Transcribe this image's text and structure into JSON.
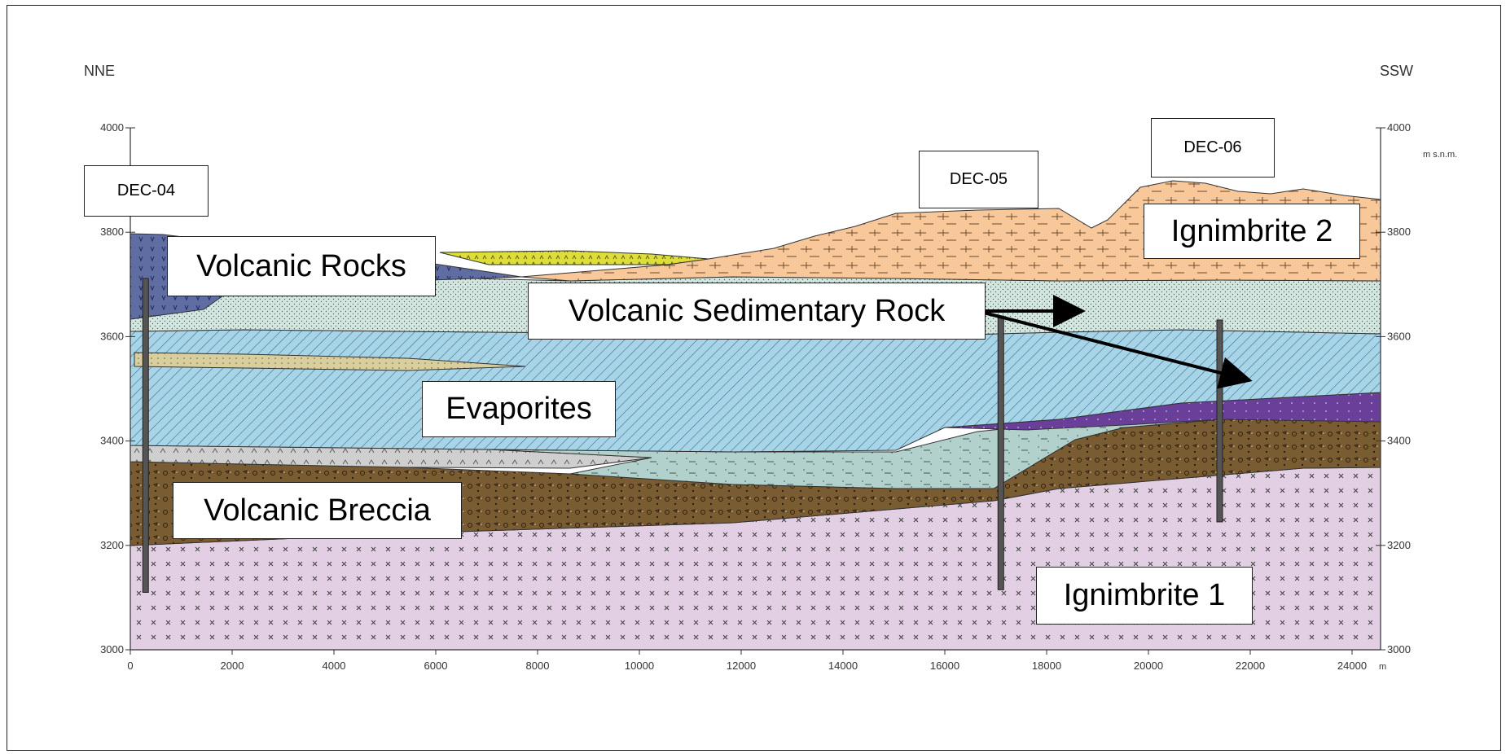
{
  "directions": {
    "left": "NNE",
    "right": "SSW"
  },
  "axes": {
    "y_left_ticks": [
      "3000",
      "3200",
      "3400",
      "3600",
      "3800",
      "4000"
    ],
    "y_right_ticks": [
      "3000",
      "3200",
      "3400",
      "3600",
      "3800",
      "4000"
    ],
    "y_right_unit": "m s.n.m.",
    "x_ticks": [
      "0",
      "2000",
      "4000",
      "6000",
      "8000",
      "10000",
      "12000",
      "14000",
      "16000",
      "18000",
      "20000",
      "22000",
      "24000"
    ],
    "x_unit": "m"
  },
  "wells": [
    {
      "id": "DEC-04",
      "x_m": 300,
      "bottom_m": 3110
    },
    {
      "id": "DEC-05",
      "x_m": 17100,
      "bottom_m": 3115
    },
    {
      "id": "DEC-06",
      "x_m": 21400,
      "bottom_m": 3245
    }
  ],
  "units": {
    "volcanic_rocks": "Volcanic Rocks",
    "volcanic_sedimentary_rock": "Volcanic Sedimentary Rock",
    "evaporites": "Evaporites",
    "volcanic_breccia": "Volcanic Breccia",
    "ignimbrite_1": "Ignimbrite 1",
    "ignimbrite_2": "Ignimbrite 2"
  },
  "colors": {
    "ignimbrite_1": "#e3cfe3",
    "volcanic_breccia": "#7a5c33",
    "evaporites": "#a8d4e8",
    "volcanic_sedimentary": "#d4e6e0",
    "volcanic_sed_teal": "#b3d1cc",
    "ignimbrite_2": "#f9c89a",
    "volcanic_rocks": "#5f6da3",
    "purple_layer": "#6a3f9a",
    "yellow_layer": "#dede3a",
    "grey_layer": "#cfcfcf",
    "tan_lens": "#d9cf9e"
  }
}
